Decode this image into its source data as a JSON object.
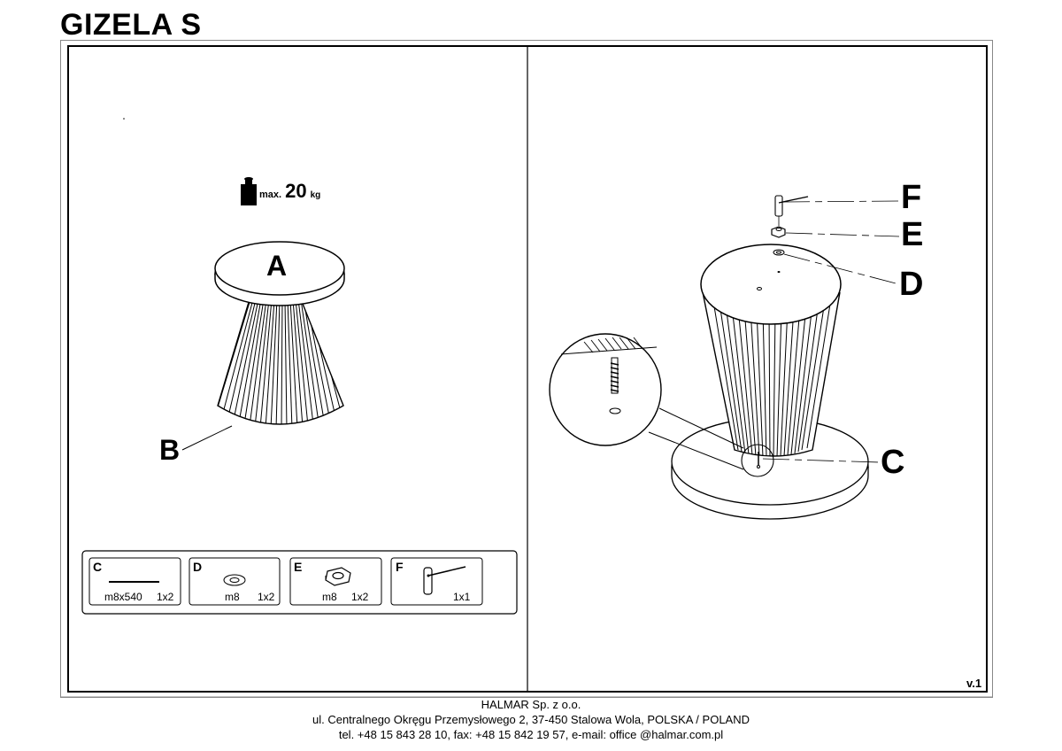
{
  "header": {
    "title": "GIZELA S"
  },
  "load": {
    "max_label": "max.",
    "value": "20",
    "unit": "kg"
  },
  "parts_labels": {
    "A": "A",
    "B": "B",
    "C": "C",
    "D": "D",
    "E": "E",
    "F": "F"
  },
  "kit": [
    {
      "letter": "C",
      "spec": "m8x540",
      "qty": "1x2"
    },
    {
      "letter": "D",
      "spec": "m8",
      "qty": "1x2"
    },
    {
      "letter": "E",
      "spec": "m8",
      "qty": "1x2"
    },
    {
      "letter": "F",
      "spec": "",
      "qty": "1x1"
    }
  ],
  "version": "v.1",
  "footer": {
    "line1": "HALMAR Sp. z o.o.",
    "line2": "ul. Centralnego Okręgu Przemysłowego 2, 37-450 Stalowa Wola, POLSKA / POLAND",
    "line3": "tel. +48 15 843 28 10, fax: +48 15 842 19 57, e-mail: office @halmar.com.pl"
  }
}
